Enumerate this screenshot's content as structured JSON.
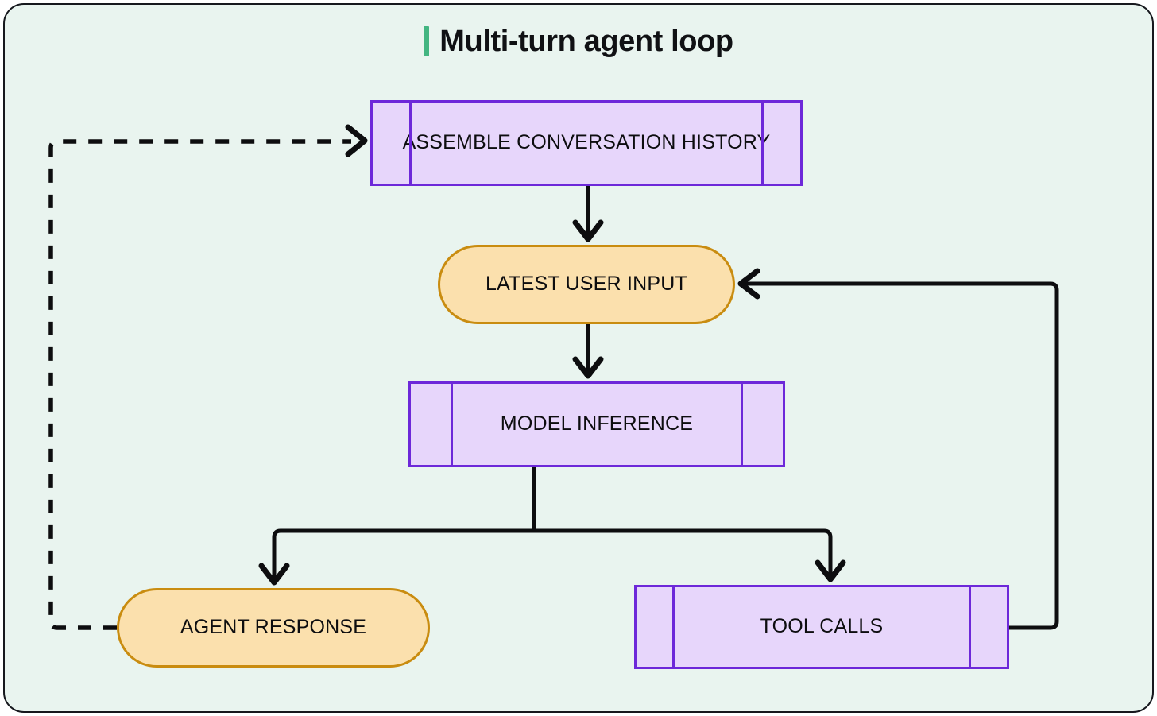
{
  "title": {
    "text": "Multi-turn agent loop",
    "accent_color": "#43b581"
  },
  "canvas": {
    "background_color": "#e9f4ef",
    "border_color": "#16181d"
  },
  "palette": {
    "process_fill": "#e7d6fb",
    "process_border": "#6d28d9",
    "terminal_fill": "#fbe0ad",
    "terminal_border": "#c98c10",
    "connector_color": "#0d0d0f"
  },
  "chart_data": {
    "type": "diagram",
    "title": "Multi-turn agent loop",
    "nodes": [
      {
        "id": "assemble",
        "label": "ASSEMBLE CONVERSATION HISTORY",
        "shape": "predefined-process",
        "fill": "#e7d6fb",
        "border": "#6d28d9"
      },
      {
        "id": "userinput",
        "label": "LATEST USER INPUT",
        "shape": "stadium",
        "fill": "#fbe0ad",
        "border": "#c98c10"
      },
      {
        "id": "inference",
        "label": "MODEL INFERENCE",
        "shape": "predefined-process",
        "fill": "#e7d6fb",
        "border": "#6d28d9"
      },
      {
        "id": "response",
        "label": "AGENT RESPONSE",
        "shape": "stadium",
        "fill": "#fbe0ad",
        "border": "#c98c10"
      },
      {
        "id": "toolcalls",
        "label": "TOOL CALLS",
        "shape": "predefined-process",
        "fill": "#e7d6fb",
        "border": "#6d28d9"
      }
    ],
    "edges": [
      {
        "from": "assemble",
        "to": "userinput",
        "style": "solid",
        "arrow": "open"
      },
      {
        "from": "userinput",
        "to": "inference",
        "style": "solid",
        "arrow": "open"
      },
      {
        "from": "inference",
        "to": "response",
        "style": "solid",
        "arrow": "open"
      },
      {
        "from": "inference",
        "to": "toolcalls",
        "style": "solid",
        "arrow": "open"
      },
      {
        "from": "toolcalls",
        "to": "userinput",
        "style": "solid",
        "arrow": "open"
      },
      {
        "from": "response",
        "to": "assemble",
        "style": "dashed",
        "arrow": "open"
      }
    ]
  },
  "nodes": {
    "assemble": {
      "label": "ASSEMBLE CONVERSATION HISTORY"
    },
    "userinput": {
      "label": "LATEST USER INPUT"
    },
    "inference": {
      "label": "MODEL INFERENCE"
    },
    "response": {
      "label": "AGENT RESPONSE"
    },
    "toolcalls": {
      "label": "TOOL CALLS"
    }
  }
}
